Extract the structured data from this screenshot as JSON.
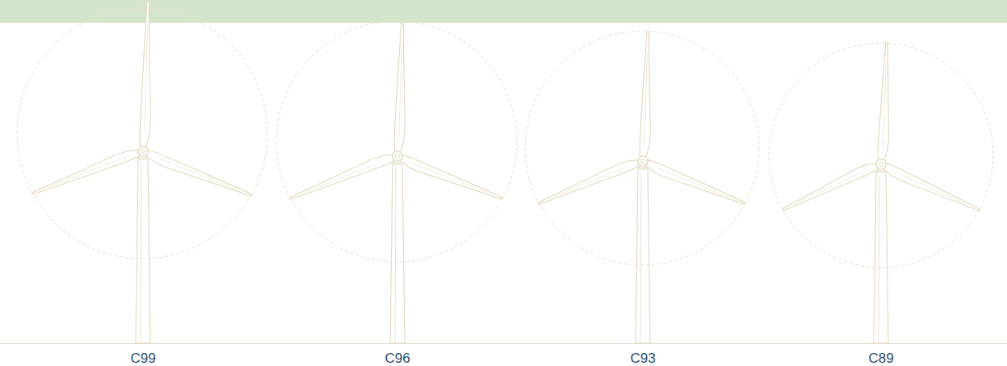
{
  "diagram": {
    "labels": [
      "C99",
      "C96",
      "C93",
      "C89"
    ]
  }
}
